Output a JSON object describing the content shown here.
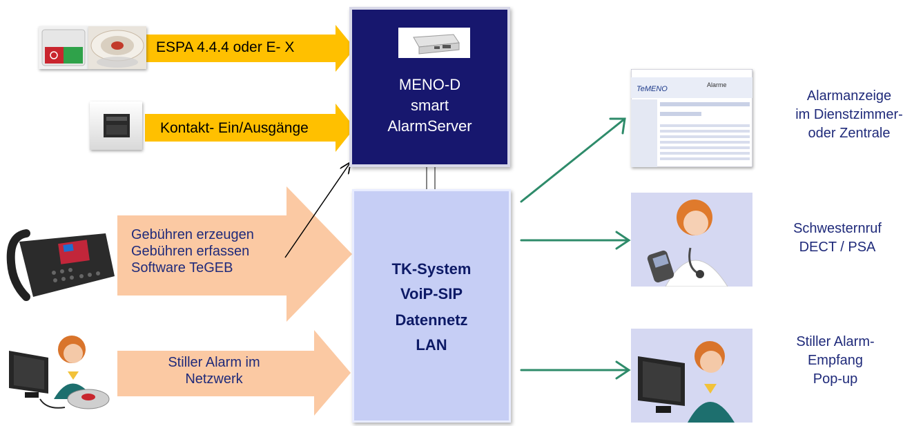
{
  "inputs": {
    "espa": "ESPA 4.4.4  oder  E- X",
    "kontakt": "Kontakt- Ein/Ausgänge",
    "gebuehren": [
      "Gebühren erzeugen",
      "Gebühren erfassen",
      "Software TeGEB"
    ],
    "stiller": [
      "Stiller Alarm im",
      "Netzwerk"
    ]
  },
  "server_box": {
    "lines": [
      "MENO-D",
      "smart",
      "AlarmServer"
    ]
  },
  "tk_box": {
    "lines": [
      "TK-System",
      "VoiP-SIP",
      "Datennetz",
      "LAN"
    ]
  },
  "outputs": {
    "alarmanzeige": [
      "Alarmanzeige",
      "im Dienstzimmer-",
      "oder Zentrale"
    ],
    "schwesternruf": [
      "Schwesternruf",
      "DECT / PSA"
    ],
    "stiller_empfang": [
      "Stiller Alarm-",
      "Empfang",
      "Pop-up"
    ]
  },
  "screen_title": "Alarme",
  "colors": {
    "gold_arrow": "#ffc000",
    "peach_arrow": "#fbc9a3",
    "dark_box": "#17176e",
    "light_box": "#c6cef5",
    "green_arrow": "#2e8b6a",
    "label_text": "#1f2a7a"
  }
}
